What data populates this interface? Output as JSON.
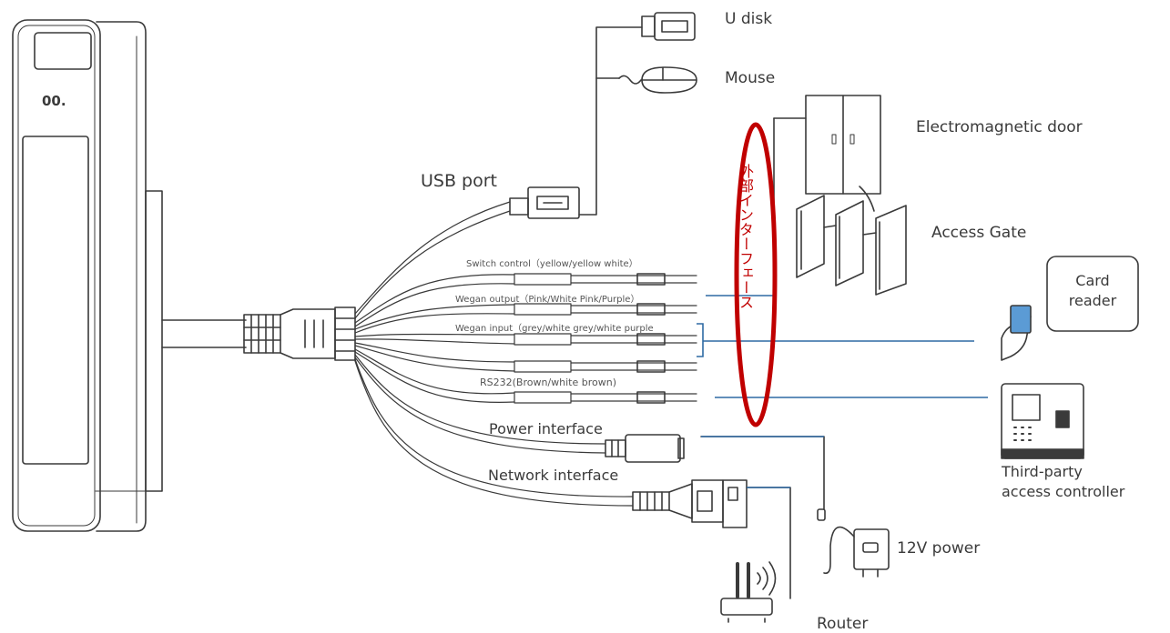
{
  "labels": {
    "u_disk": "U disk",
    "mouse": "Mouse",
    "electromagnetic_door": "Electromagnetic door",
    "access_gate": "Access Gate",
    "card_reader": "Card\nreader",
    "third_party": "Third-party\naccess controller",
    "power_12v": "12V power",
    "router": "Router",
    "usb_port": "USB port",
    "switch_control": "Switch control（yellow/yellow white）",
    "wegan_output": "Wegan output（Pink/White Pink/Purple）",
    "wegan_input": "Wegan input（grey/white grey/white purple",
    "rs232": "RS232(Brown/white brown)",
    "power_interface": "Power interface",
    "network_interface": "Network interface"
  },
  "annotation": {
    "text": "外部インターフェース",
    "color": "#c00000"
  },
  "device": {
    "sensor_text": "00."
  }
}
